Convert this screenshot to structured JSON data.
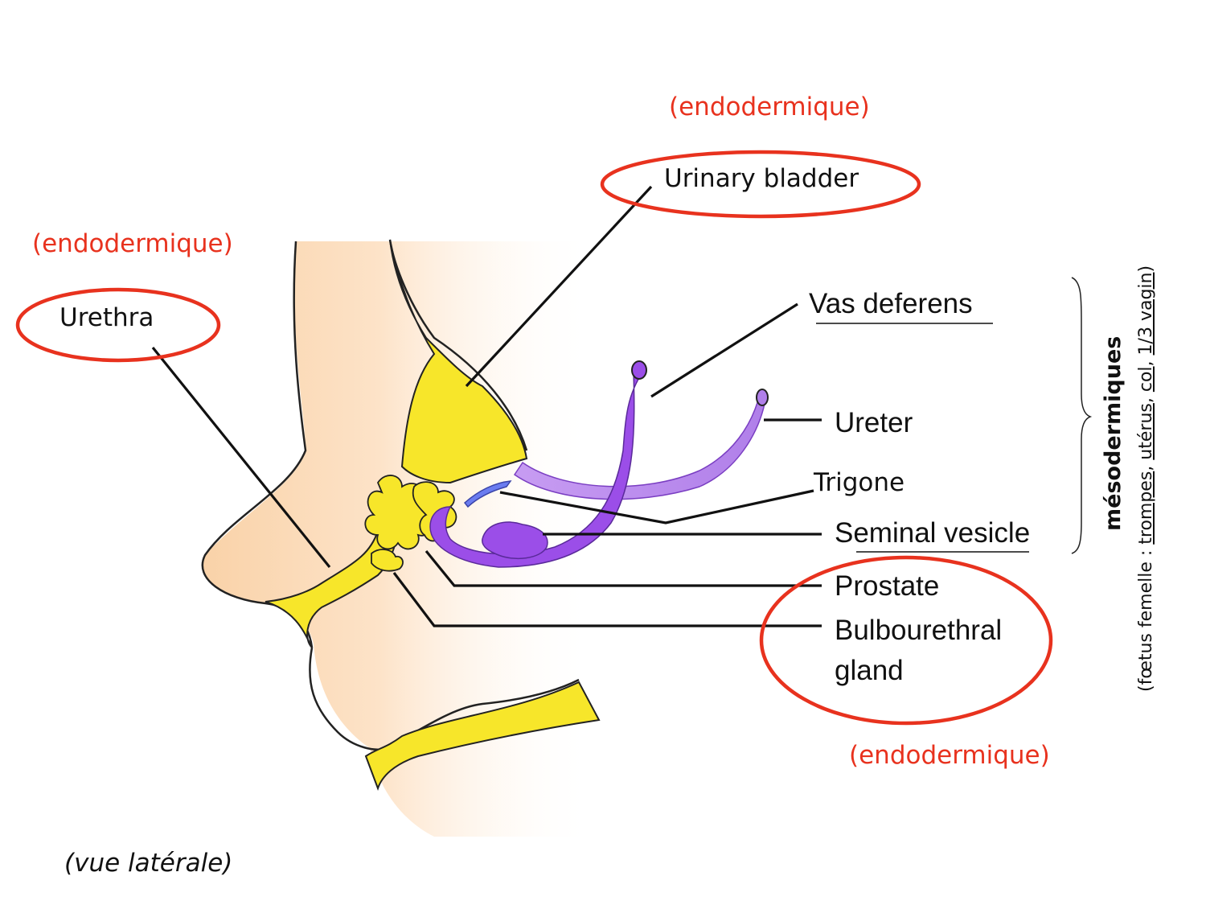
{
  "labels": {
    "endo_top": "(endodermique)",
    "urinary_bladder": "Urinary bladder",
    "endo_left": "(endodermique)",
    "urethra": "Urethra",
    "vas_deferens": "Vas deferens",
    "ureter": "Ureter",
    "trigone": "Trigone",
    "seminal_vesicle": "Seminal vesicle",
    "prostate": "Prostate",
    "bulbourethral_1": "Bulbourethral",
    "bulbourethral_2": "gland",
    "endo_bottom": "(endodermique)",
    "vue_laterale": "(vue latérale)"
  },
  "side_note": {
    "title": "mésodermiques",
    "open": "(fœtus femelle : ",
    "item1": "trompes",
    "sep1": ", ",
    "item2": "utérus",
    "sep2": ", ",
    "item3": "col",
    "sep3": ", ",
    "item4": "1/3 vagin",
    "close": ")"
  },
  "colors": {
    "endoderm_yellow": "#f7e62a",
    "mesoderm_purple": "#9b4ee8",
    "skin": "#fde2c4",
    "highlight_red": "#e8321e"
  }
}
